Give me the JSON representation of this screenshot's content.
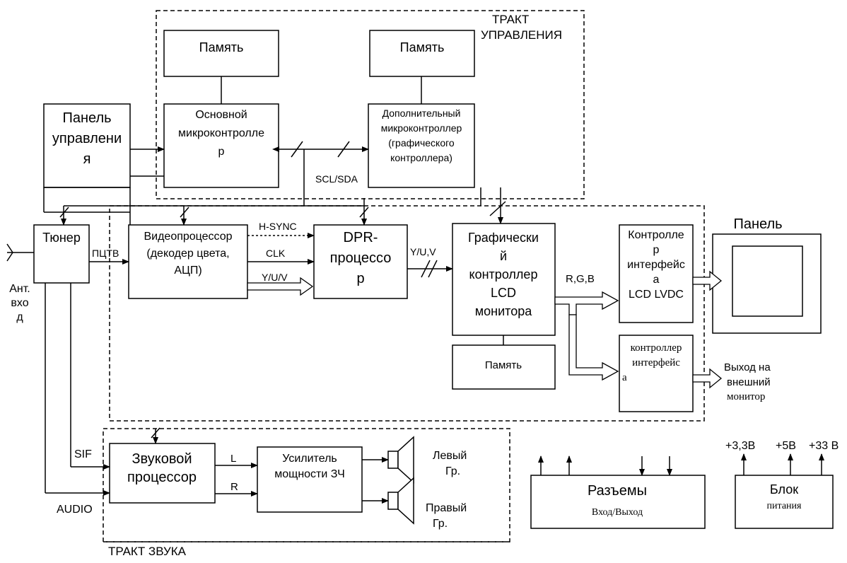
{
  "zones": {
    "control": [
      "ТРАКТ",
      "УПРАВЛЕНИЯ"
    ],
    "sound": "ТРАКТ ЗВУКА"
  },
  "blocks": {
    "memory_main": "Память",
    "memory_aux": "Память",
    "main_mcu": [
      "Основной",
      "микроконтролле",
      "р"
    ],
    "aux_mcu": [
      "Дополнительный",
      "микроконтроллер",
      "(графического",
      "контроллера)"
    ],
    "control_panel": [
      "Панель",
      "управлени",
      "я"
    ],
    "tuner": "Тюнер",
    "video_proc": [
      "Видеопроцессор",
      "(декодер цвета,",
      "АЦП)"
    ],
    "dpr_proc": [
      "DPR-",
      "процессо",
      "р"
    ],
    "graphics_ctrl": [
      "Графически",
      "й",
      "контроллер",
      "LCD",
      "монитора"
    ],
    "memory_graphics": "Память",
    "lcd_iface": [
      "Контролле",
      "р",
      "интерфейс",
      "а",
      "LCD LVDC"
    ],
    "ext_iface": [
      "контроллер",
      "интерфейс",
      "а"
    ],
    "panel": "Панель",
    "sound_proc": [
      "Звуковой",
      "процессор"
    ],
    "amp": [
      "Усилитель",
      "мощности ЗЧ"
    ],
    "connectors": {
      "title": "Разъемы",
      "subtitle": "Вход/Выход"
    },
    "psu": {
      "title": "Блок",
      "subtitle": "питания"
    }
  },
  "signals": {
    "scl_sda": "SCL/SDA",
    "h_sync": "H-SYNC",
    "clk": "CLK",
    "yuv_slash": "Y/U/V",
    "yuv_comma": "Y/U,V",
    "rgb": "R,G,B",
    "pctv": "ПЦТВ",
    "sif": "SIF",
    "audio": "AUDIO",
    "left": "L",
    "right": "R",
    "antenna": [
      "Ант.",
      "вхо",
      "д"
    ],
    "ext_out": [
      "Выход на",
      "внешний",
      "монитор"
    ],
    "left_spk": [
      "Левый",
      "Гр."
    ],
    "right_spk": [
      "Правый",
      "Гр."
    ],
    "v33": "+3,3В",
    "v5": "+5В",
    "v33b": "+33 В"
  }
}
